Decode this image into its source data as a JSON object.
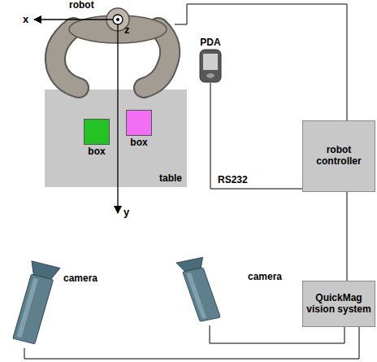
{
  "diagram": {
    "nodes": [
      {
        "text": [
          "robot"
        ]
      },
      {
        "text": [
          "PDA"
        ]
      },
      {
        "text": [
          "table"
        ]
      },
      {
        "text": [
          "box"
        ],
        "in": 2
      },
      {
        "text": [
          "box"
        ],
        "in": 2
      },
      {
        "text": [
          "robot controller"
        ]
      },
      {
        "text": [
          "QuickMag vision system"
        ]
      },
      {
        "text": [
          "camera"
        ]
      },
      {
        "text": [
          "camera"
        ]
      }
    ],
    "edges": [
      {
        "from": 0,
        "to": 5,
        "arrow": "none"
      },
      {
        "from": 1,
        "to": 5,
        "label": "RS232",
        "arrow": "none"
      },
      {
        "from": 5,
        "to": 6,
        "arrow": "none"
      },
      {
        "from": 7,
        "to": 6,
        "arrow": "none"
      },
      {
        "from": 8,
        "to": 6,
        "arrow": "none"
      }
    ],
    "labels": [
      "x",
      "z",
      "y"
    ]
  }
}
